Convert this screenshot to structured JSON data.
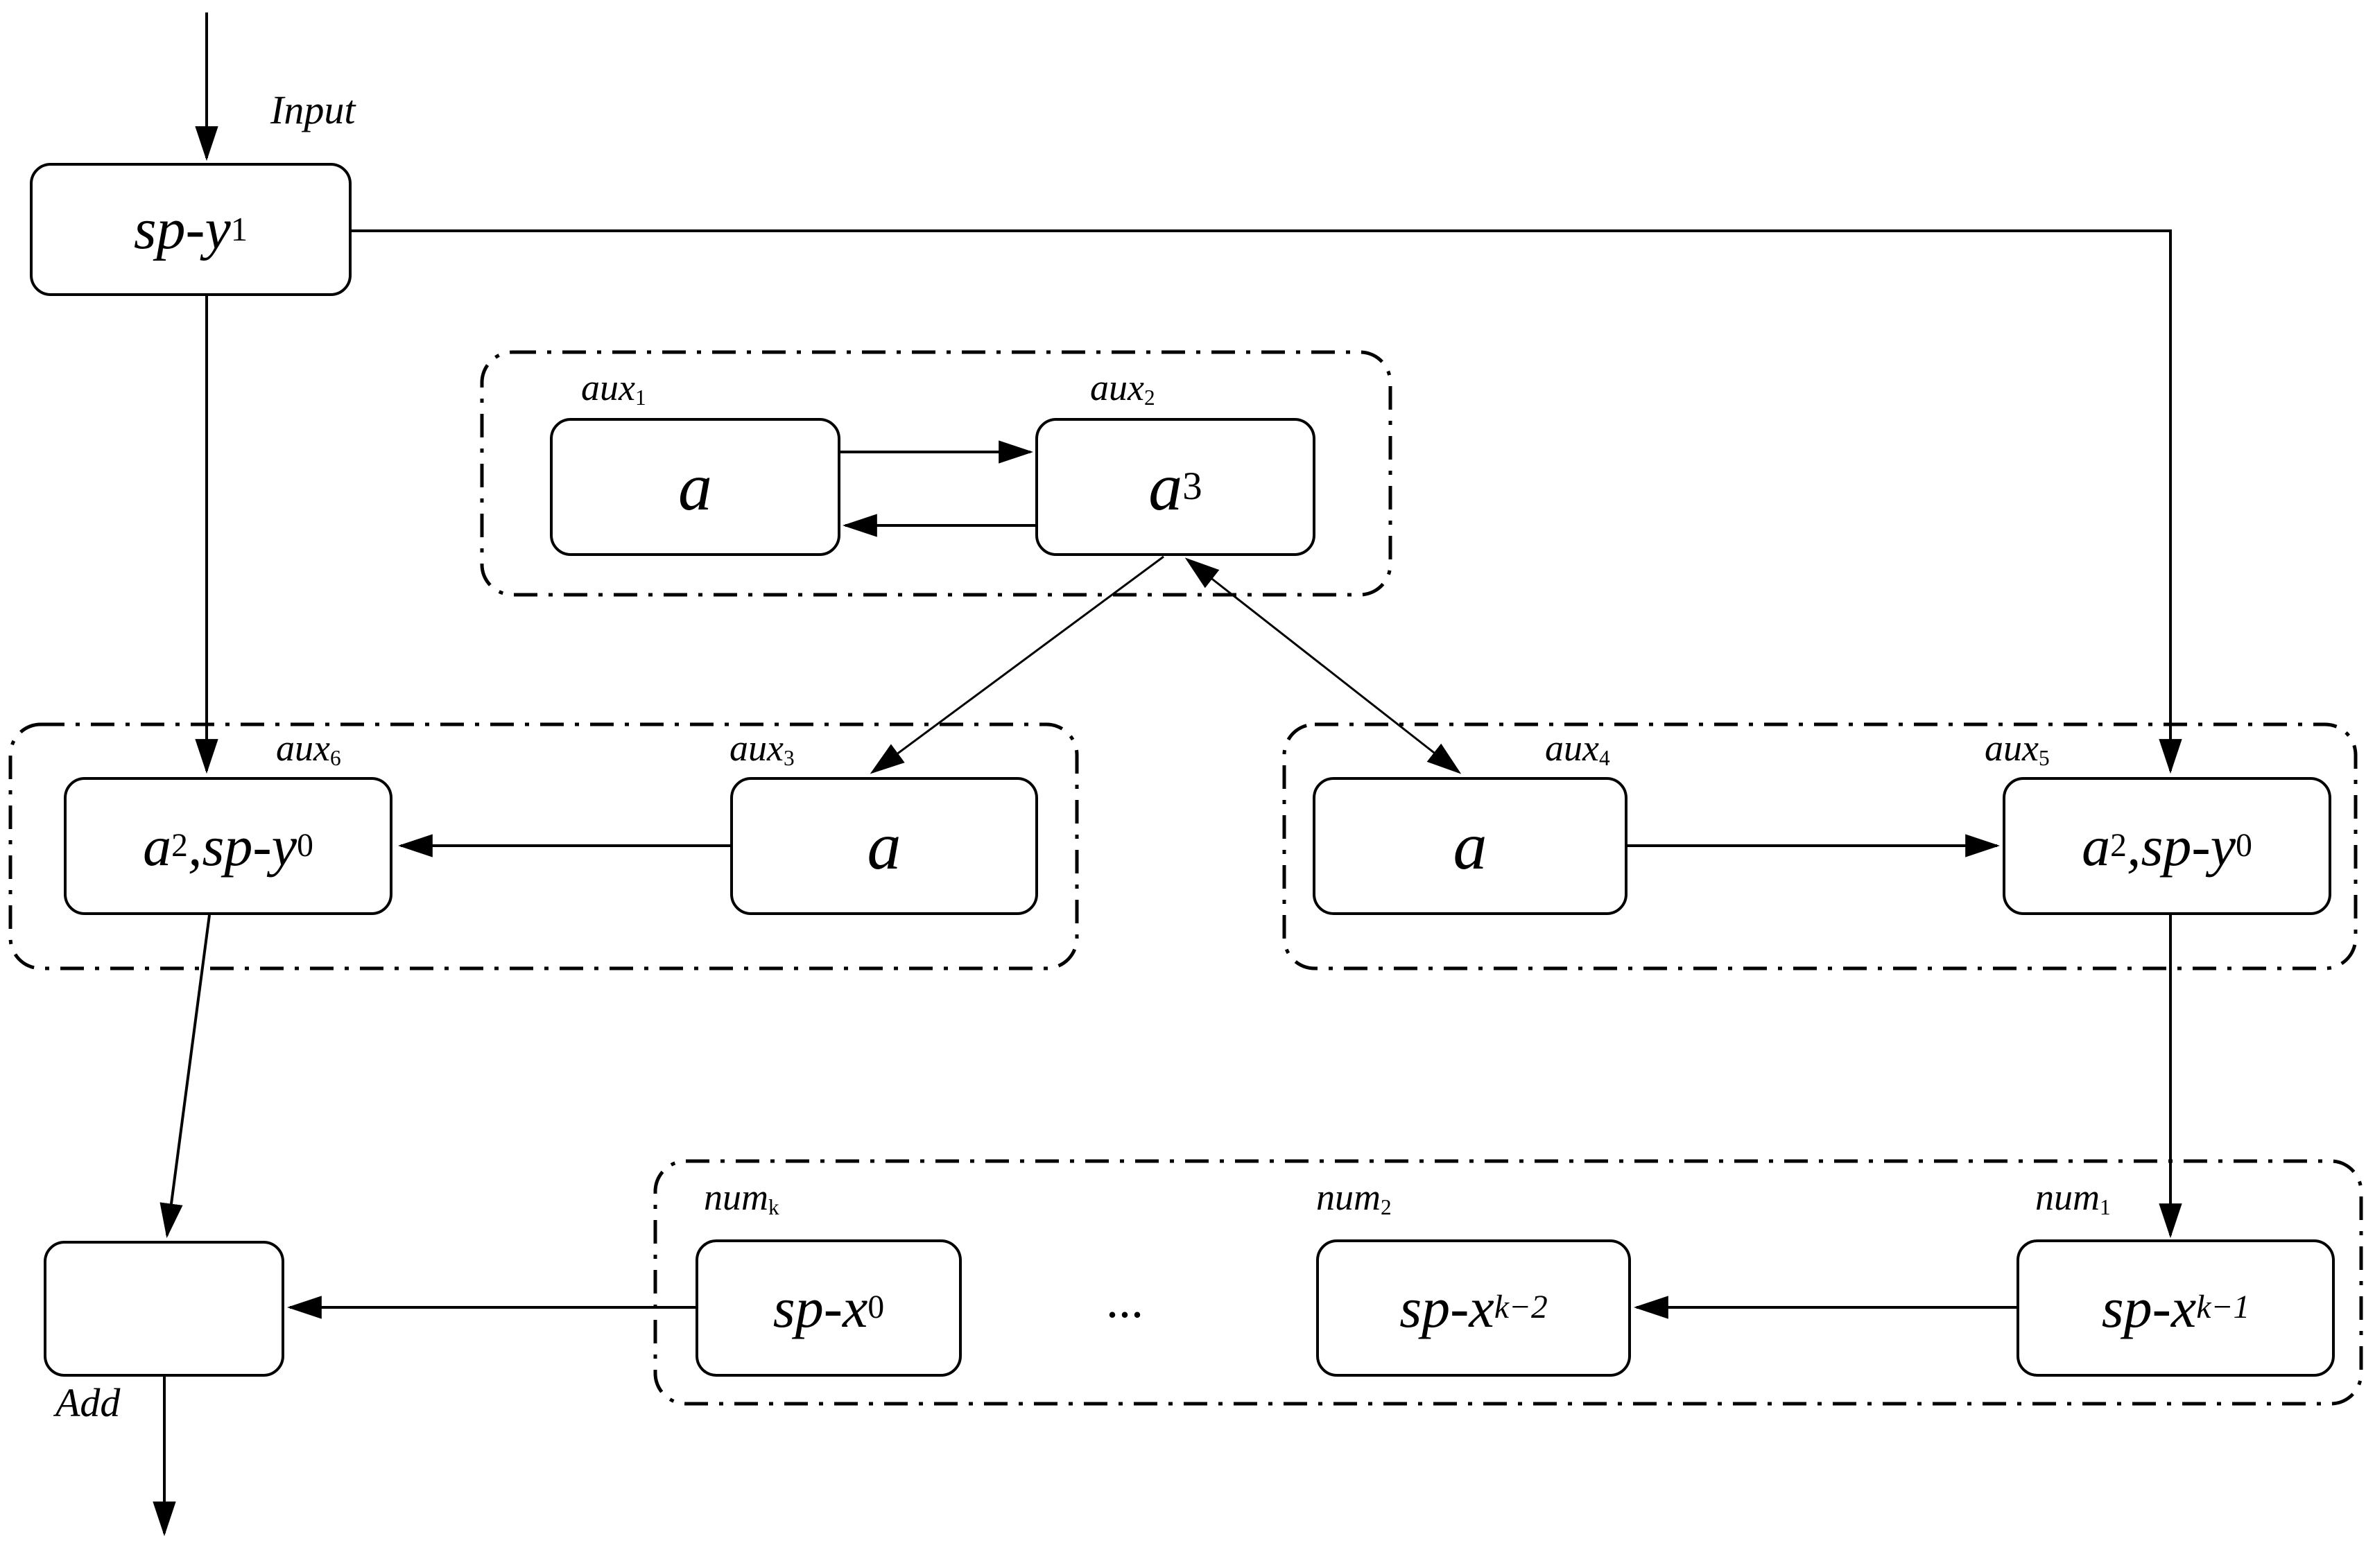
{
  "figure": {
    "background": "#ffffff",
    "ink": "#000000",
    "kind": "dataflow-block-diagram"
  },
  "annotations": {
    "input": "Input",
    "add": "Add",
    "ellipsis": "..."
  },
  "nodes": {
    "sp_y1": {
      "label": [
        {
          "t": "sp-y"
        },
        {
          "sub": "1"
        }
      ]
    },
    "aux1": {
      "label": [
        {
          "t": "a"
        }
      ]
    },
    "aux2": {
      "label": [
        {
          "t": "a"
        },
        {
          "sup": "3"
        }
      ]
    },
    "aux3": {
      "label": [
        {
          "t": "a"
        }
      ]
    },
    "aux4": {
      "label": [
        {
          "t": "a"
        }
      ]
    },
    "aux5": {
      "label": [
        {
          "t": "a"
        },
        {
          "sup": "2"
        },
        {
          "t": ",sp-y"
        },
        {
          "sub": "0"
        }
      ]
    },
    "aux6": {
      "label": [
        {
          "t": "a"
        },
        {
          "sup": "2"
        },
        {
          "t": ",sp-y"
        },
        {
          "sub": "0"
        }
      ]
    },
    "num_k": {
      "label": [
        {
          "t": "sp-x"
        },
        {
          "sub": "0"
        }
      ]
    },
    "num_2": {
      "label": [
        {
          "t": "sp-x"
        },
        {
          "sub": "k−2",
          "i": true
        }
      ]
    },
    "num_1": {
      "label": [
        {
          "t": "sp-x"
        },
        {
          "sub": "k−1",
          "i": true
        }
      ]
    },
    "add": {
      "label": []
    }
  },
  "group_labels": {
    "aux1": [
      {
        "t": "aux"
      },
      {
        "sub": "1"
      }
    ],
    "aux2": [
      {
        "t": "aux"
      },
      {
        "sub": "2"
      }
    ],
    "aux3": [
      {
        "t": "aux"
      },
      {
        "sub": "3"
      }
    ],
    "aux4": [
      {
        "t": "aux"
      },
      {
        "sub": "4"
      }
    ],
    "aux5": [
      {
        "t": "aux"
      },
      {
        "sub": "5"
      }
    ],
    "aux6": [
      {
        "t": "aux"
      },
      {
        "sub": "6"
      }
    ],
    "num_k": [
      {
        "t": "num"
      },
      {
        "sub": "k"
      }
    ],
    "num_2": [
      {
        "t": "num"
      },
      {
        "sub": "2"
      }
    ],
    "num_1": [
      {
        "t": "num"
      },
      {
        "sub": "1"
      }
    ]
  },
  "edges": [
    {
      "from": "external-input",
      "to": "sp_y1"
    },
    {
      "from": "sp_y1",
      "to": "aux6"
    },
    {
      "from": "sp_y1",
      "to": "aux5"
    },
    {
      "from": "aux1",
      "to": "aux2"
    },
    {
      "from": "aux2",
      "to": "aux1"
    },
    {
      "from": "aux2",
      "to": "aux3"
    },
    {
      "from": "aux2",
      "to": "aux4",
      "bidirectional": true
    },
    {
      "from": "aux3",
      "to": "aux6"
    },
    {
      "from": "aux4",
      "to": "aux5"
    },
    {
      "from": "aux5",
      "to": "num_1"
    },
    {
      "from": "num_1",
      "to": "num_2"
    },
    {
      "from": "num_k",
      "to": "add"
    },
    {
      "from": "aux6",
      "to": "add"
    },
    {
      "from": "add",
      "to": "external-output"
    }
  ]
}
